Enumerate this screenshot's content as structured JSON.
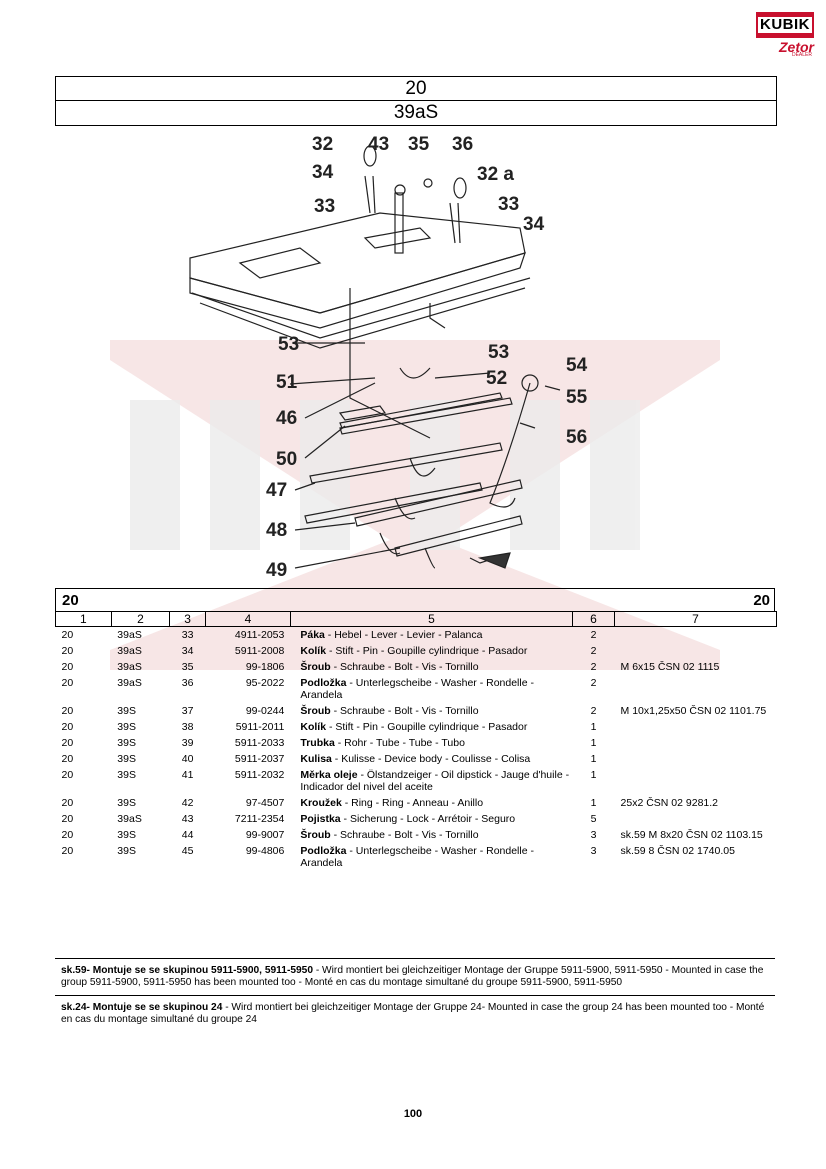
{
  "logo": {
    "brand": "KUBIK",
    "sub": "Zetor",
    "dealer": "DEALER"
  },
  "header": {
    "group": "20",
    "subgroup": "39aS"
  },
  "callouts": [
    "32",
    "43",
    "35",
    "36",
    "32 a",
    "34",
    "33",
    "33",
    "34",
    "53",
    "51",
    "53",
    "52",
    "54",
    "55",
    "46",
    "56",
    "50",
    "47",
    "48",
    "49"
  ],
  "table": {
    "title_left": "20",
    "title_right": "20",
    "columns": [
      "1",
      "2",
      "3",
      "4",
      "5",
      "6",
      "7"
    ],
    "rows": [
      {
        "c1": "20",
        "c2": "39aS",
        "c3": "33",
        "c4": "4911-2053",
        "name": "Páka",
        "desc": " - Hebel - Lever - Levier - Palanca",
        "qty": "2",
        "note": ""
      },
      {
        "c1": "20",
        "c2": "39aS",
        "c3": "34",
        "c4": "5911-2008",
        "name": "Kolík",
        "desc": " - Stift - Pin - Goupille cylindrique - Pasador",
        "qty": "2",
        "note": ""
      },
      {
        "c1": "20",
        "c2": "39aS",
        "c3": "35",
        "c4": "99-1806",
        "name": "Šroub",
        "desc": " - Schraube - Bolt - Vis - Tornillo",
        "qty": "2",
        "note": "M 6x15 ČSN 02 1115"
      },
      {
        "c1": "20",
        "c2": "39aS",
        "c3": "36",
        "c4": "95-2022",
        "name": "Podložka",
        "desc": " - Unterlegscheibe - Washer - Rondelle - Arandela",
        "qty": "2",
        "note": ""
      },
      {
        "c1": "20",
        "c2": "39S",
        "c3": "37",
        "c4": "99-0244",
        "name": "Šroub",
        "desc": " - Schraube - Bolt - Vis - Tornillo",
        "qty": "2",
        "note": "M 10x1,25x50 ČSN 02 1101.75"
      },
      {
        "c1": "20",
        "c2": "39S",
        "c3": "38",
        "c4": "5911-2011",
        "name": "Kolík",
        "desc": " - Stift - Pin - Goupille cylindrique - Pasador",
        "qty": "1",
        "note": ""
      },
      {
        "c1": "20",
        "c2": "39S",
        "c3": "39",
        "c4": "5911-2033",
        "name": "Trubka",
        "desc": " - Rohr - Tube - Tube - Tubo",
        "qty": "1",
        "note": ""
      },
      {
        "c1": "20",
        "c2": "39S",
        "c3": "40",
        "c4": "5911-2037",
        "name": "Kulisa",
        "desc": " - Kulisse - Device body - Coulisse - Colisa",
        "qty": "1",
        "note": ""
      },
      {
        "c1": "20",
        "c2": "39S",
        "c3": "41",
        "c4": "5911-2032",
        "name": "Měrka oleje",
        "desc": " - Ölstandzeiger - Oil dipstick - Jauge d'huile - Indicador del nivel del aceite",
        "qty": "1",
        "note": ""
      },
      {
        "c1": "20",
        "c2": "39S",
        "c3": "42",
        "c4": "97-4507",
        "name": "Kroužek",
        "desc": " - Ring - Ring - Anneau - Anillo",
        "qty": "1",
        "note": "25x2 ČSN 02 9281.2"
      },
      {
        "c1": "20",
        "c2": "39aS",
        "c3": "43",
        "c4": "7211-2354",
        "name": "Pojistka",
        "desc": " - Sicherung - Lock - Arrétoir - Seguro",
        "qty": "5",
        "note": ""
      },
      {
        "c1": "20",
        "c2": "39S",
        "c3": "44",
        "c4": "99-9007",
        "name": "Šroub",
        "desc": " - Schraube - Bolt - Vis - Tornillo",
        "qty": "3",
        "note": "sk.59  M 8x20 ČSN 02 1103.15"
      },
      {
        "c1": "20",
        "c2": "39S",
        "c3": "45",
        "c4": "99-4806",
        "name": "Podložka",
        "desc": " - Unterlegscheibe - Washer - Rondelle - Arandela",
        "qty": "3",
        "note": "sk.59  8 ČSN 02 1740.05"
      }
    ]
  },
  "notes": [
    {
      "bold": "sk.59- Montuje se se skupinou 5911-5900, 5911-5950",
      "text": " - Wird montiert bei gleichzeitiger Montage der Gruppe 5911-5900, 5911-5950 - Mounted in case the group 5911-5900, 5911-5950 has been mounted too - Monté en cas du montage simultané du groupe 5911-5900, 5911-5950"
    },
    {
      "bold": "sk.24- Montuje se se skupinou 24",
      "text": " - Wird montiert bei gleichzeitiger Montage der Gruppe 24- Mounted in case the group 24 has been mounted too - Monté en cas du montage simultané du groupe 24"
    }
  ],
  "page_number": "100"
}
